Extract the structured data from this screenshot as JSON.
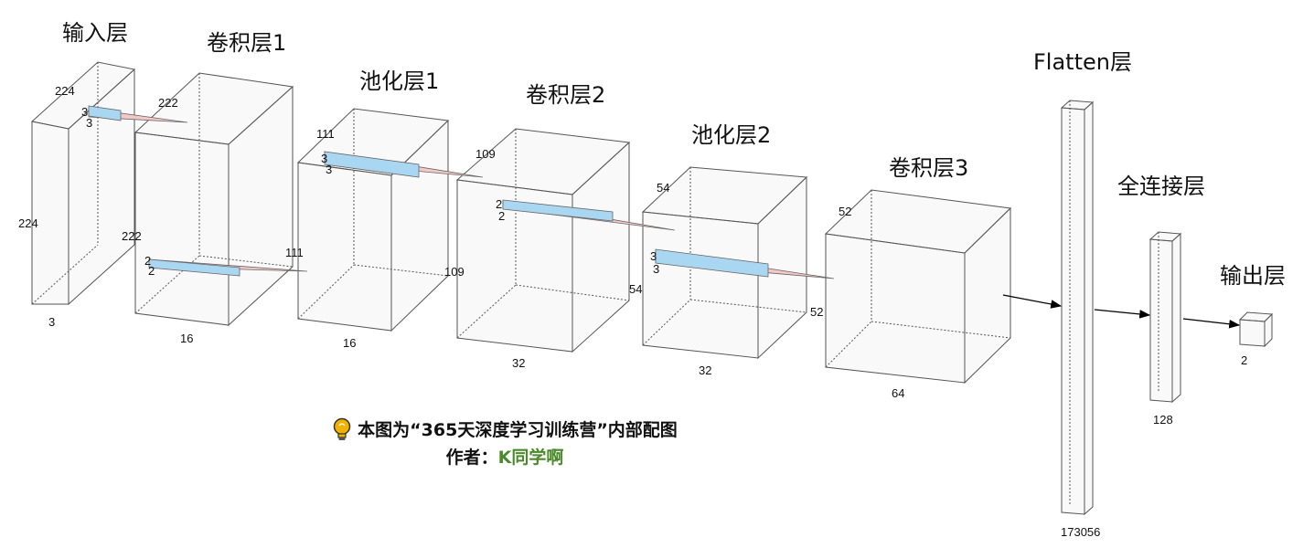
{
  "colors": {
    "line": "#555555",
    "face": "#eeeeee",
    "kernel_blue": "#a9d7f2",
    "kernel_red": "#f5c8c8",
    "author": "#4a8a2a",
    "bulb": "#f2b300"
  },
  "layers": [
    {
      "title": "输入层",
      "depth_label": "224",
      "height_label": "224",
      "channels_label": "3"
    },
    {
      "title": "卷积层1",
      "depth_label": "222",
      "height_label": "222",
      "channels_label": "16"
    },
    {
      "title": "池化层1",
      "depth_label": "111",
      "height_label": "111",
      "channels_label": "16"
    },
    {
      "title": "卷积层2",
      "depth_label": "109",
      "height_label": "109",
      "channels_label": "32"
    },
    {
      "title": "池化层2",
      "depth_label": "54",
      "height_label": "54",
      "channels_label": "32"
    },
    {
      "title": "卷积层3",
      "depth_label": "52",
      "height_label": "52",
      "channels_label": "64"
    },
    {
      "title": "Flatten层",
      "units_label": "173056"
    },
    {
      "title": "全连接层",
      "units_label": "128"
    },
    {
      "title": "输出层",
      "units_label": "2"
    }
  ],
  "kernels": [
    {
      "a": "3",
      "b": "3"
    },
    {
      "a": "2",
      "b": "2"
    },
    {
      "a": "3",
      "b": "3"
    },
    {
      "a": "2",
      "b": "2"
    },
    {
      "a": "3",
      "b": "3"
    }
  ],
  "credits": {
    "line1": "本图为“365天深度学习训练营”内部配图",
    "line2_prefix": "作者：",
    "author": "K同学啊"
  }
}
